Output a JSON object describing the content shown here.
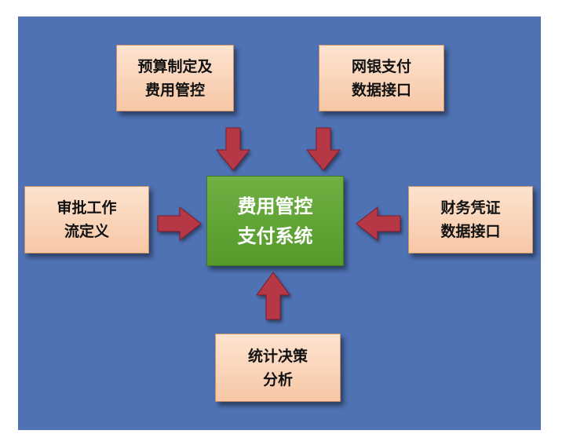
{
  "colors": {
    "background": "#4f72b4",
    "box_fill": "#f9d3b8",
    "center_fill": "#5fa535",
    "arrow": "#b63846"
  },
  "center": {
    "line1": "费用管控",
    "line2": "支付系统"
  },
  "nodes": {
    "budget": {
      "line1": "预算制定及",
      "line2": "费用管控"
    },
    "bank": {
      "line1": "网银支付",
      "line2": "数据接口"
    },
    "approval": {
      "line1": "审批工作",
      "line2": "流定义"
    },
    "voucher": {
      "line1": "财务凭证",
      "line2": "数据接口"
    },
    "stats": {
      "line1": "统计决策",
      "line2": "分析"
    }
  }
}
